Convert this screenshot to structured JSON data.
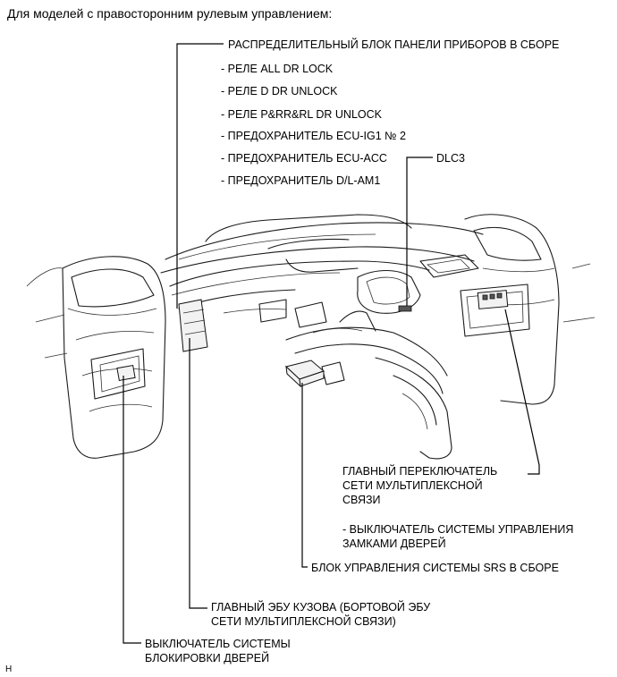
{
  "heading": "Для моделей с правосторонним рулевым управлением:",
  "callouts": {
    "instrument_panel_block": "РАСПРЕДЕЛИТЕЛЬНЫЙ БЛОК ПАНЕЛИ ПРИБОРОВ В СБОРЕ",
    "block_items": [
      "- РЕЛЕ ALL DR LOCK",
      "- РЕЛЕ D DR UNLOCK",
      "- РЕЛЕ P&RR&RL DR UNLOCK",
      "- ПРЕДОХРАНИТЕЛЬ ECU-IG1 № 2",
      "- ПРЕДОХРАНИТЕЛЬ ECU-ACC",
      "- ПРЕДОХРАНИТЕЛЬ D/L-AM1"
    ],
    "dlc3": "DLC3",
    "multiplex_switch": [
      "ГЛАВНЫЙ ПЕРЕКЛЮЧАТЕЛЬ",
      "СЕТИ МУЛЬТИПЛЕКСНОЙ",
      "СВЯЗИ"
    ],
    "door_lock_switch_note": [
      "- ВЫКЛЮЧАТЕЛЬ СИСТЕМЫ УПРАВЛЕНИЯ",
      "ЗАМКАМИ ДВЕРЕЙ"
    ],
    "srs_block": "БЛОК УПРАВЛЕНИЯ СИСТЕМЫ SRS В СБОРЕ",
    "body_ecu": [
      "ГЛАВНЫЙ ЭБУ КУЗОВА (БОРТОВОЙ ЭБУ",
      "СЕТИ МУЛЬТИПЛЕКСНОЙ СВЯЗИ)"
    ],
    "door_lock_switch": [
      "ВЫКЛЮЧАТЕЛЬ СИСТЕМЫ",
      "БЛОКИРОВКИ ДВЕРЕЙ"
    ]
  },
  "corner_mark": "H"
}
